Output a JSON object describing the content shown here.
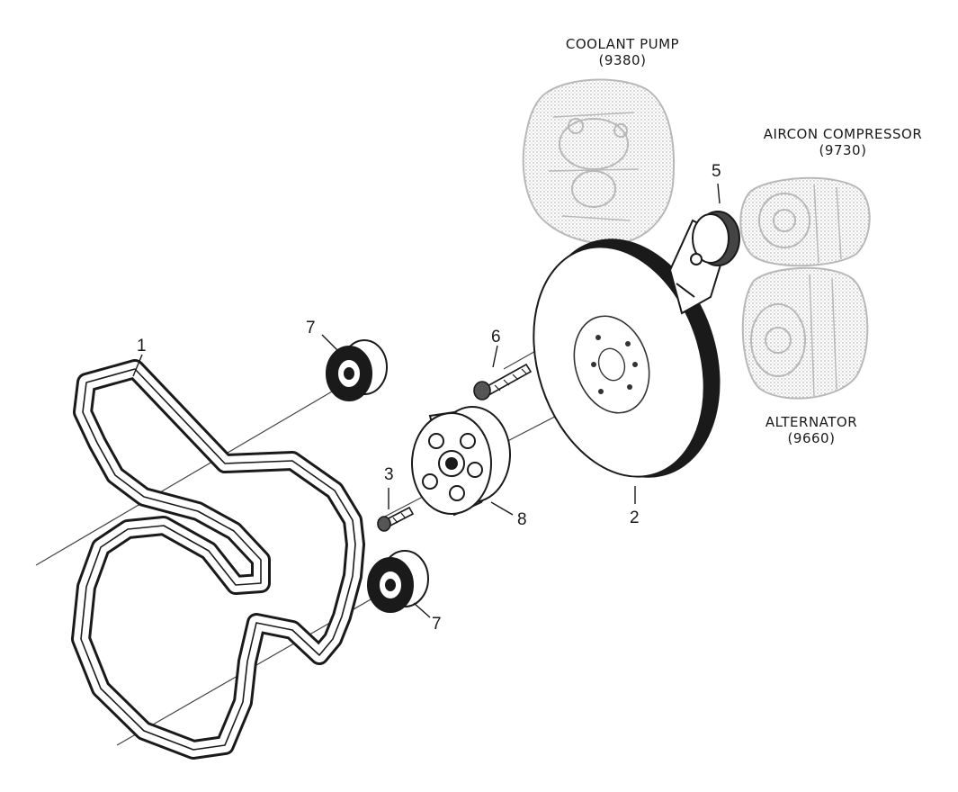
{
  "callouts": {
    "belt": "1",
    "crank_pulley": "2",
    "bolt_small": "3",
    "tensioner": "5",
    "bolt_long": "6",
    "idler_top": "7",
    "idler_bottom": "7",
    "idler_center": "8"
  },
  "components": {
    "coolant_pump": {
      "name": "COOLANT PUMP",
      "code": "(9380)"
    },
    "aircon_compressor": {
      "name": "AIRCON COMPRESSOR",
      "code": "(9730)"
    },
    "alternator": {
      "name": "ALTERNATOR",
      "code": "(9660)"
    }
  },
  "colors": {
    "ink": "#1a1a1a",
    "ghost": "#b5b5b5",
    "belt_fill": "#ffffff",
    "rim": "#222222"
  }
}
